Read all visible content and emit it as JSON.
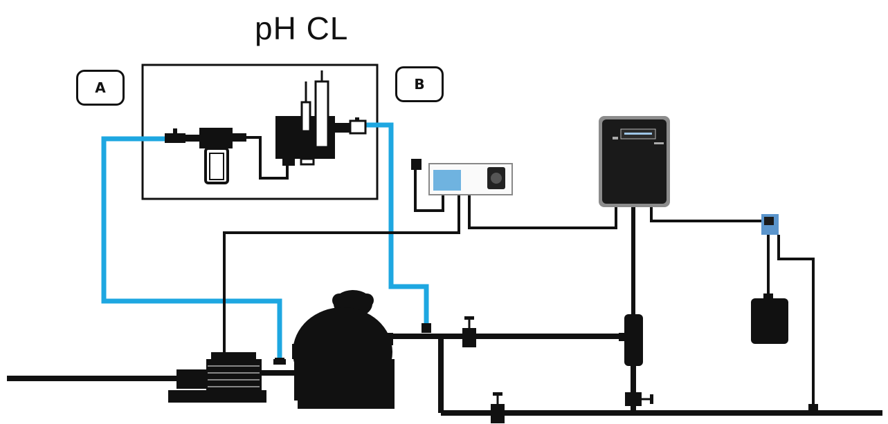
{
  "title": "pH   CL",
  "labels": {
    "a": "A",
    "b": "B"
  },
  "colors": {
    "water_line": "#1ea7e1",
    "pipe": "#000000",
    "controller_body": "#1a1a1a",
    "controller_frame": "#8c8c8c",
    "box_blue": "#6fb3e0"
  },
  "icons": [
    "filter-housing-icon",
    "sensor-chamber-icon",
    "probe-icon",
    "pump-motor-icon",
    "sand-filter-icon",
    "valve-icon",
    "dosing-pump-icon",
    "chemical-tank-icon",
    "controller-display-icon",
    "junction-box-icon"
  ]
}
